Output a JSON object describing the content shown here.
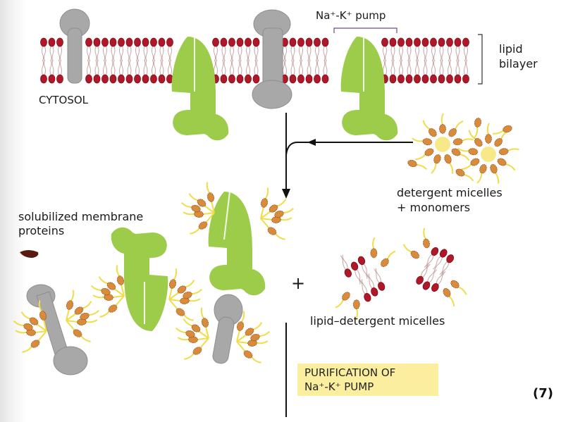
{
  "labels": {
    "pump_top": "Na⁺-K⁺ pump",
    "lipid_bilayer_line1": "lipid",
    "lipid_bilayer_line2": "bilayer",
    "cytosol": "CYTOSOL",
    "detergent_line1": "detergent micelles",
    "detergent_line2": "+ monomers",
    "solubilized_line1": "solubilized membrane",
    "solubilized_line2": "proteins",
    "plus": "+",
    "lipid_detergent": "lipid–detergent micelles",
    "purification_line1": "PURIFICATION OF",
    "purification_line2": "Na⁺-K⁺ PUMP",
    "figure_number": "(7)"
  },
  "colors": {
    "lipid_head": "#b0182a",
    "detergent_head": "#d98a3a",
    "detergent_tail": "#f2dc4a",
    "pump_protein": "#9ccc4a",
    "other_protein": "#a8a8a8",
    "highlight_box": "#fbee9e"
  }
}
